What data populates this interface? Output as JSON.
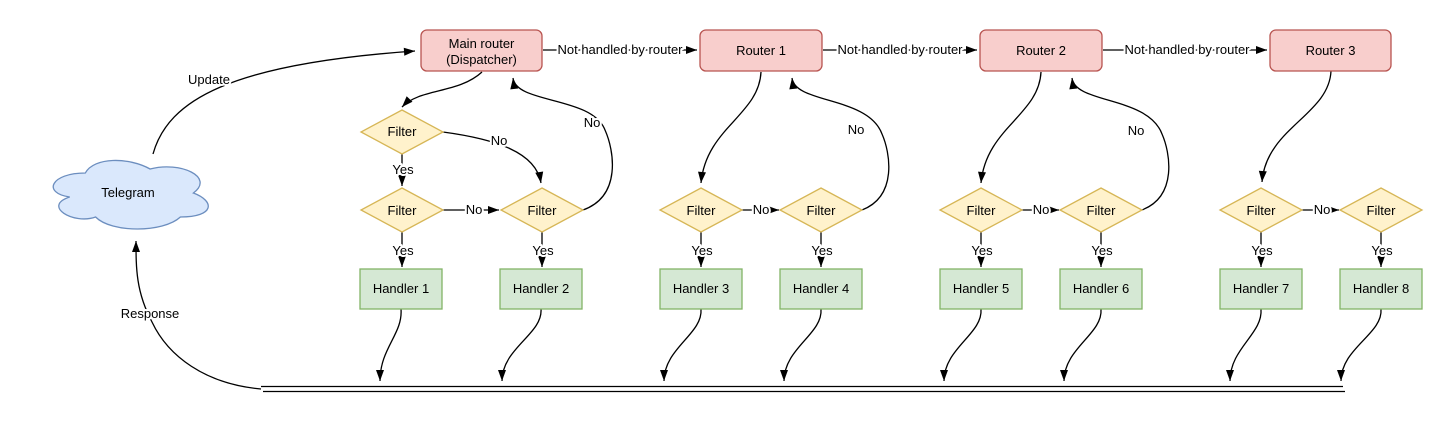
{
  "colors": {
    "router_fill": "#f8cecc",
    "router_stroke": "#b85450",
    "filter_fill": "#fff2cc",
    "filter_stroke": "#d6b656",
    "handler_fill": "#d5e8d4",
    "handler_stroke": "#82b366",
    "cloud_fill": "#dae8fc",
    "cloud_stroke": "#6c8ebf",
    "edge": "#000000"
  },
  "nodes": {
    "cloud_label": "Telegram",
    "main_router": {
      "line1": "Main router",
      "line2": "(Dispatcher)"
    },
    "routers": [
      "Router 1",
      "Router 2",
      "Router 3"
    ],
    "filter": "Filter",
    "handlers": [
      "Handler 1",
      "Handler 2",
      "Handler 3",
      "Handler 4",
      "Handler 5",
      "Handler 6",
      "Handler 7",
      "Handler 8"
    ]
  },
  "labels": {
    "update": "Update",
    "response": "Response",
    "not_handled": "Not handled by router",
    "yes": "Yes",
    "no": "No"
  }
}
